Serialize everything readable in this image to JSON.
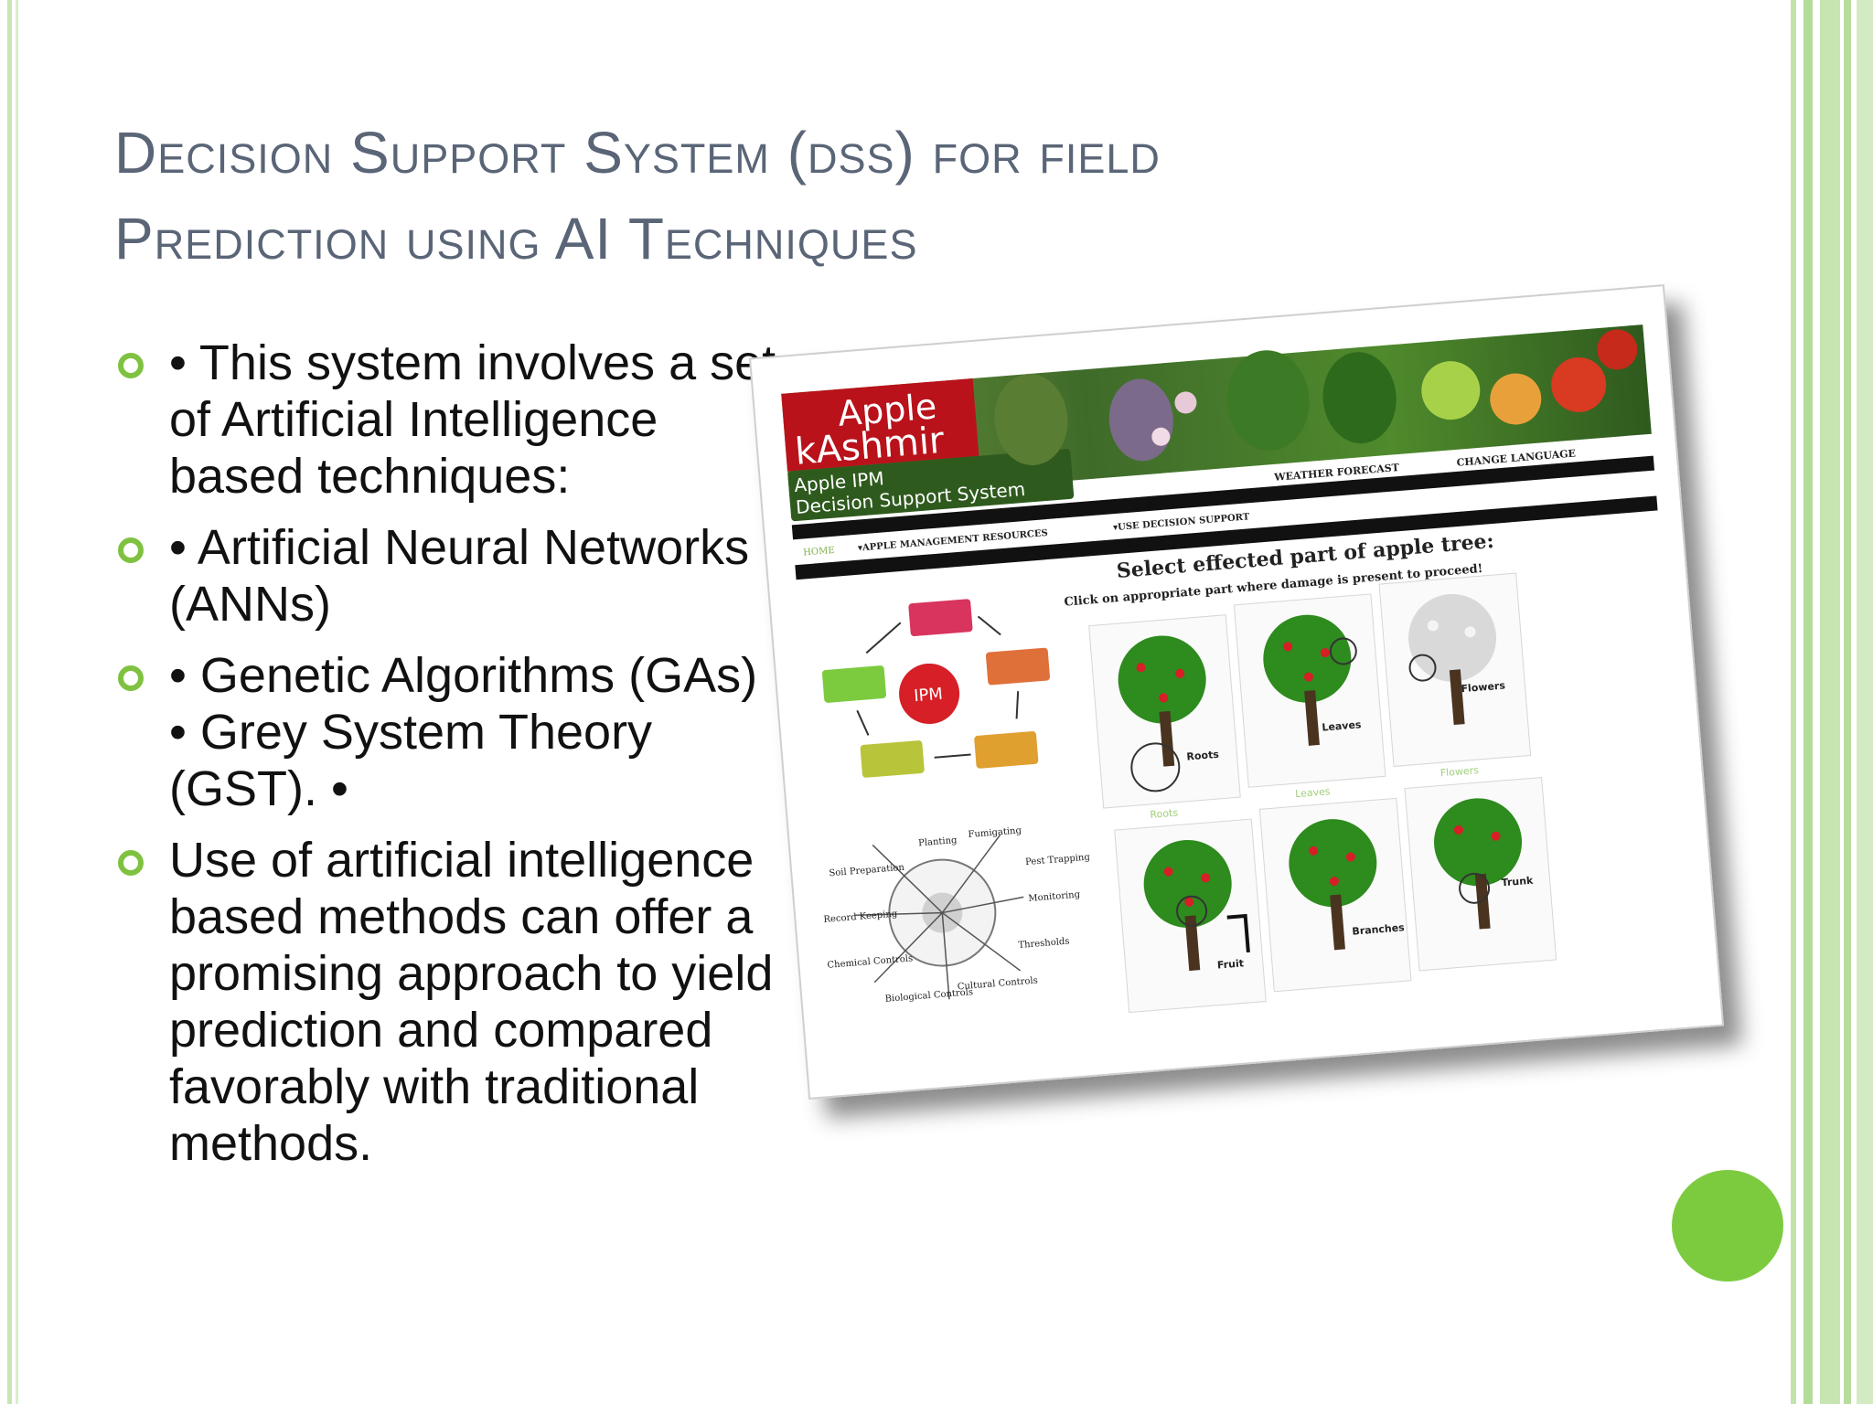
{
  "slide": {
    "title_line1": "Decision Support System (dss) for field",
    "title_line2": "Prediction using AI Techniques",
    "bullets": [
      {
        "text": "• This system involves a set\nof Artificial Intelligence\nbased techniques:"
      },
      {
        "text": "• Artificial Neural Networks\n(ANNs)"
      },
      {
        "text": " • Genetic Algorithms (GAs)\n• Grey System Theory\n(GST). •"
      },
      {
        "text": " Use of artificial intelligence\nbased methods can offer a\npromising approach to yield\nprediction and compared\nfavorably with traditional\nmethods."
      }
    ]
  },
  "screenshot": {
    "logo_word1": "Apple",
    "logo_word2": "kAshmir",
    "subtitle_line1": "Apple IPM",
    "subtitle_line2": "Decision Support System",
    "nav_top": [
      "WEATHER FORECAST",
      "CHANGE LANGUAGE"
    ],
    "nav_bottom": [
      "HOME",
      "▾APPLE MANAGEMENT RESOURCES",
      "▾USE DECISION SUPPORT"
    ],
    "heading": "Select effected part of apple tree:",
    "subheading": "Click on appropriate part where damage is present to proceed!",
    "ipm_center": "IPM",
    "tree_labels": [
      "Roots",
      "Leaves",
      "Flowers",
      "Fruit",
      "Branches",
      "Trunk"
    ],
    "column_labels": [
      "Roots",
      "Leaves",
      "Flowers"
    ],
    "wheel_labels": [
      "Planting",
      "Fumigating",
      "Pest Trapping",
      "Monitoring",
      "Thresholds",
      "Cultural Controls",
      "Biological Controls",
      "Chemical Controls",
      "Record Keeping",
      "Soil Preparation"
    ],
    "colors": {
      "banner_red": "#b9121b",
      "leaf_green": "#2e8b1e",
      "dark_green": "#2f5a1e",
      "black_bar": "#111111"
    }
  },
  "decor": {
    "accent_green": "#7ccb3f"
  }
}
